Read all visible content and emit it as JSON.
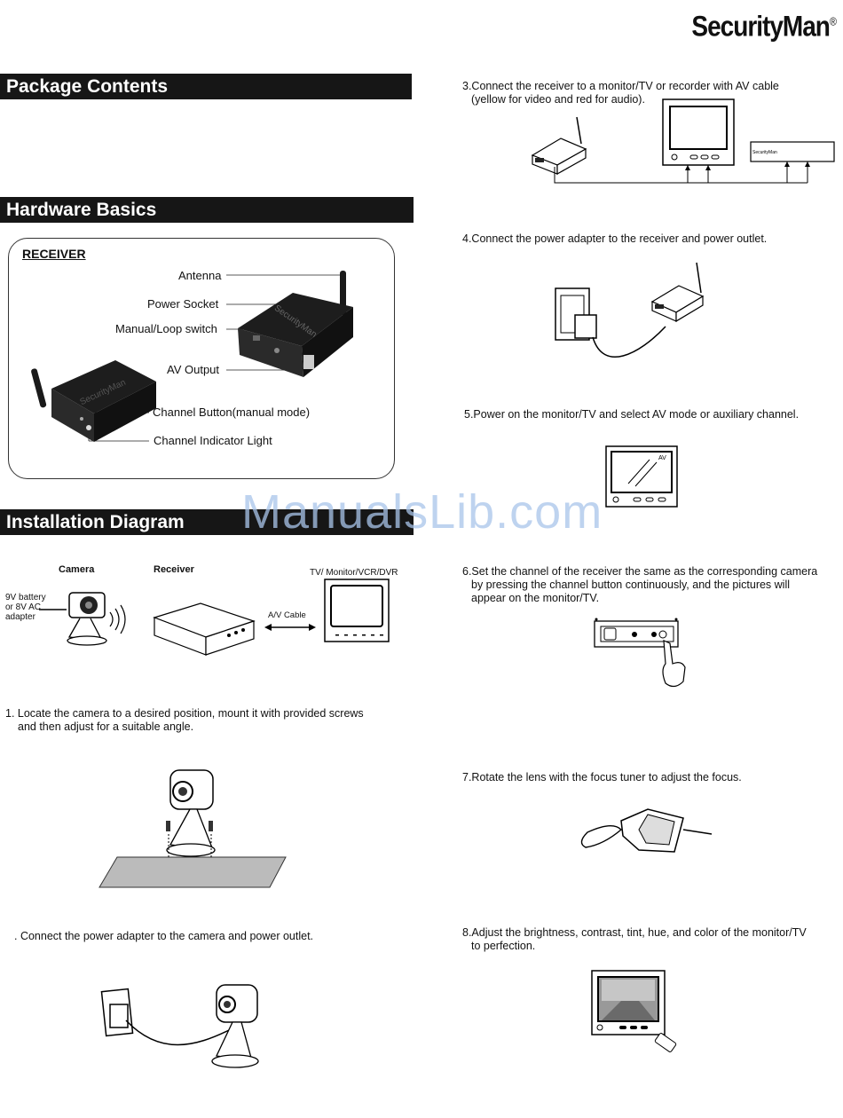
{
  "brand": {
    "name": "SecurityMan",
    "mark": "®"
  },
  "sections": {
    "package_contents": "Package Contents",
    "hardware_basics": "Hardware Basics",
    "installation_diagram": "Installation Diagram"
  },
  "receiver_box": {
    "title": "RECEIVER",
    "labels": {
      "antenna": "Antenna",
      "power_socket": "Power Socket",
      "manual_loop": "Manual/Loop switch",
      "av_output": "AV Output",
      "channel_button": "Channel Button(manual mode)",
      "channel_indicator": "Channel Indicator Light"
    },
    "device_text": "SecurityMan"
  },
  "install_diagram": {
    "camera": "Camera",
    "receiver": "Receiver",
    "tv": "TV/ Monitor/VCR/DVR",
    "power_line1": "9V battery",
    "power_line2": "or 8V AC",
    "power_line3": "adapter",
    "cable": "A/V Cable"
  },
  "steps": {
    "s1_line1": "1. Locate the camera to a desired position, mount it with provided screws",
    "s1_line2": "and then adjust for a suitable angle.",
    "s2": ". Connect the power adapter to the camera and power outlet.",
    "s3_line1": "3.Connect the receiver to a monitor/TV or recorder with AV cable",
    "s3_line2": "(yellow for video and red for audio).",
    "s4": "4.Connect the power adapter to the receiver and power outlet.",
    "s5": "5.Power on the monitor/TV and select AV mode or auxiliary channel.",
    "s5_screen": "AV",
    "s6_line1": "6.Set the channel of the receiver the same as the corresponding camera",
    "s6_line2": "by pressing the channel button continuously, and the pictures will",
    "s6_line3": "appear on the monitor/TV.",
    "s7": "7.Rotate the lens with the focus tuner to adjust the focus.",
    "s8_line1": "8.Adjust the brightness, contrast, tint, hue, and color of the monitor/TV",
    "s8_line2": "to perfection."
  },
  "watermark": "ManualsLib.com"
}
